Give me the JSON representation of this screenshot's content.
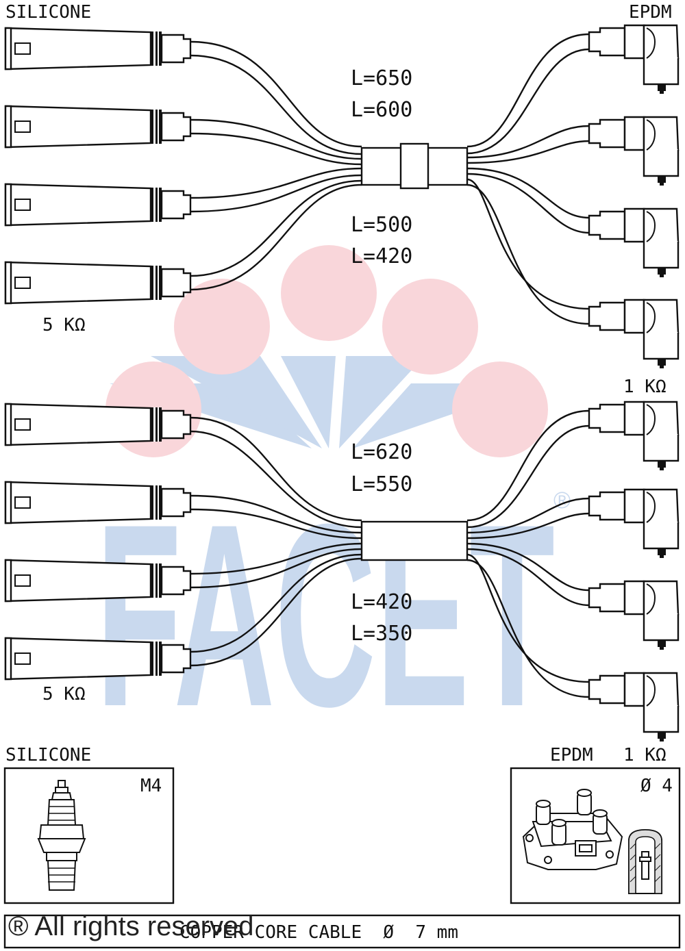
{
  "labels": {
    "top_left_material": "SILICONE",
    "top_right_material": "EPDM",
    "set1_len_a": "L=650",
    "set1_len_b": "L=600",
    "set1_len_c": "L=500",
    "set1_len_d": "L=420",
    "set1_resistance_left": "5 KΩ",
    "set1_resistance_right": "1 KΩ",
    "set2_len_a": "L=620",
    "set2_len_b": "L=550",
    "set2_len_c": "L=420",
    "set2_len_d": "L=350",
    "set2_resistance_left": "5 KΩ",
    "bottom_left_material": "SILICONE",
    "bottom_right_material": "EPDM",
    "bottom_right_resistance": "1 KΩ",
    "plug_thread": "M4",
    "coil_pin": "Ø 4",
    "cable_spec": "COPPER CORE CABLE  Ø  7 mm"
  },
  "watermark": {
    "copyright": "® All rights reserved",
    "logo_text": "FACET",
    "logo_reg": "®"
  },
  "colors": {
    "line": "#111111",
    "logo_blue": "#c9d9ee",
    "logo_pink": "#f9d6da"
  }
}
